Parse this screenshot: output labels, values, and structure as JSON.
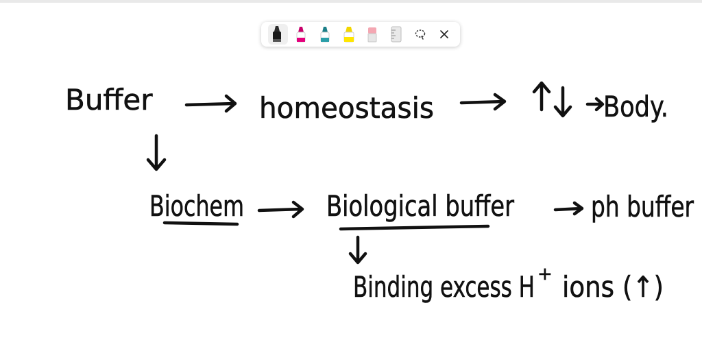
{
  "toolbar": {
    "tools": [
      {
        "icon": "pen-icon",
        "color": "#1b1b1b",
        "selected": true
      },
      {
        "icon": "pen-icon",
        "color": "#e4007c"
      },
      {
        "icon": "pen-icon",
        "color": "#2a9ea8"
      },
      {
        "icon": "highlighter-icon",
        "color": "#ffe600"
      },
      {
        "icon": "eraser-icon",
        "color": "#f4a7b2"
      },
      {
        "icon": "ruler-icon",
        "color": "#bdbdbd"
      },
      {
        "icon": "lasso-icon"
      },
      {
        "icon": "close-icon"
      }
    ]
  },
  "notes": {
    "buffer": "Buffer",
    "homeostasis": "homeostasis",
    "body": "Body.",
    "biochem": "Biochem",
    "biological_buffer": "Biological buffer",
    "ph_buffer": "ph buffer",
    "binding": "Binding excess H",
    "binding_sup": "+",
    "binding_tail": "ions (↑)"
  },
  "colors": {
    "ink": "#111111",
    "toolbar_bg": "#ffffff",
    "selected_tool_bg": "#efefef"
  }
}
